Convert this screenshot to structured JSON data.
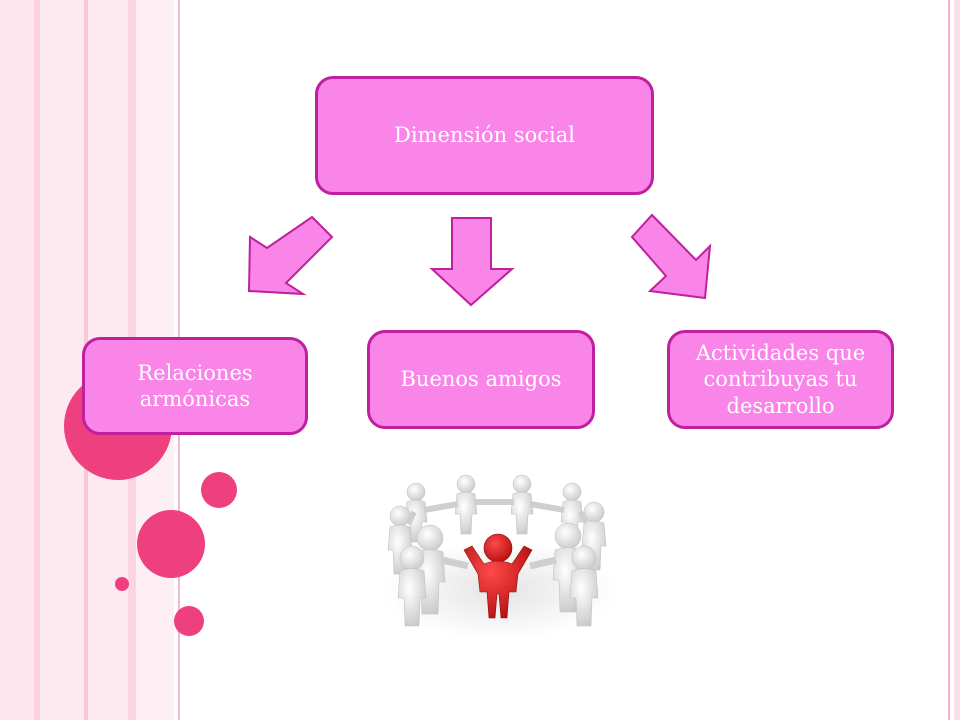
{
  "diagram": {
    "root": {
      "label": "Dimensión social"
    },
    "children": [
      {
        "label": "Relaciones\narmónicas"
      },
      {
        "label": "Buenos amigos"
      },
      {
        "label": "Actividades que\ncontribuyas  tu\ndesarrollo"
      }
    ]
  },
  "colors": {
    "box_fill": "#fa85e8",
    "box_border": "#c0209e",
    "arrow_fill": "#fa85e8",
    "arrow_stroke": "#c0209e",
    "circle_accent": "#ee3f7f",
    "leader_figure": "#e01818",
    "group_figures": "#e8e8e8"
  },
  "illustration": {
    "name": "leader-with-team",
    "people_count": 10
  }
}
